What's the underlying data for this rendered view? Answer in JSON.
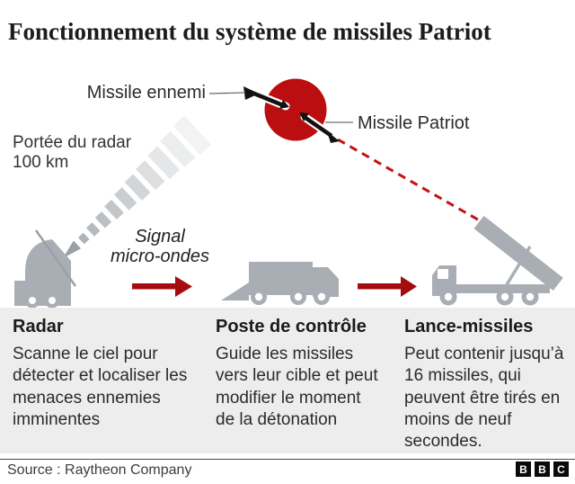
{
  "title": "Fonctionnement du système de missiles Patriot",
  "labels": {
    "enemy_missile": "Missile ennemi",
    "patriot_missile": "Missile Patriot",
    "radar_range": [
      "Portée du radar",
      "100 km"
    ],
    "signal": [
      "Signal",
      "micro-ondes"
    ]
  },
  "columns": [
    {
      "heading": "Radar",
      "body": "Scanne le ciel pour détecter et localiser les menaces ennemies imminentes"
    },
    {
      "heading": "Poste de contrôle",
      "body": "Guide les missiles vers leur cible et peut modifier le moment de la détonation"
    },
    {
      "heading": "Lance-missiles",
      "body": "Peut contenir jusqu’à 16 missiles, qui peuvent être tirés en moins de neuf secondes."
    }
  ],
  "footer": {
    "source": "Source : Raytheon Company",
    "logo": {
      "letters": [
        "B",
        "B",
        "C"
      ]
    }
  },
  "colors": {
    "explosion_red": "#bb0e10",
    "arrow_red": "#a40d10",
    "trajectory_red": "#c41114",
    "vehicle_grey": "#a9aeb4",
    "panel_bg": "#ededed"
  }
}
